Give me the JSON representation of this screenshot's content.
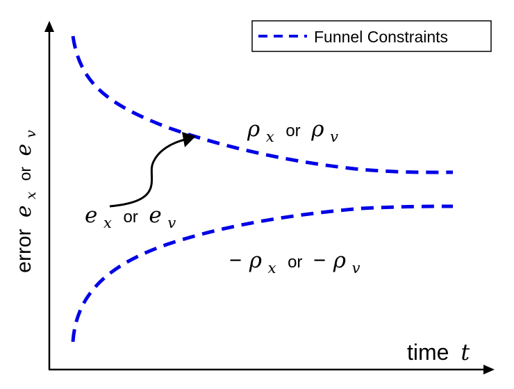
{
  "diagram": {
    "y_axis_label": {
      "word": "error",
      "sym1": "e",
      "sub1": "x",
      "conj": "or",
      "sym2": "e",
      "sub2": "v"
    },
    "x_axis_label": {
      "word": "time",
      "sym": "t"
    },
    "legend": {
      "label": "Funnel Constraints"
    },
    "upper_label": {
      "sym1": "ρ",
      "sub1": "x",
      "conj": "or",
      "sym2": "ρ",
      "sub2": "v"
    },
    "lower_label": {
      "minus1": "−",
      "sym1": "ρ",
      "sub1": "x",
      "conj": "or",
      "minus2": "−",
      "sym2": "ρ",
      "sub2": "v"
    },
    "error_label": {
      "sym1": "e",
      "sub1": "x",
      "conj": "or",
      "sym2": "e",
      "sub2": "v"
    },
    "colors": {
      "funnel": "#0000e6",
      "axes": "#000000",
      "arrow": "#000000"
    }
  }
}
